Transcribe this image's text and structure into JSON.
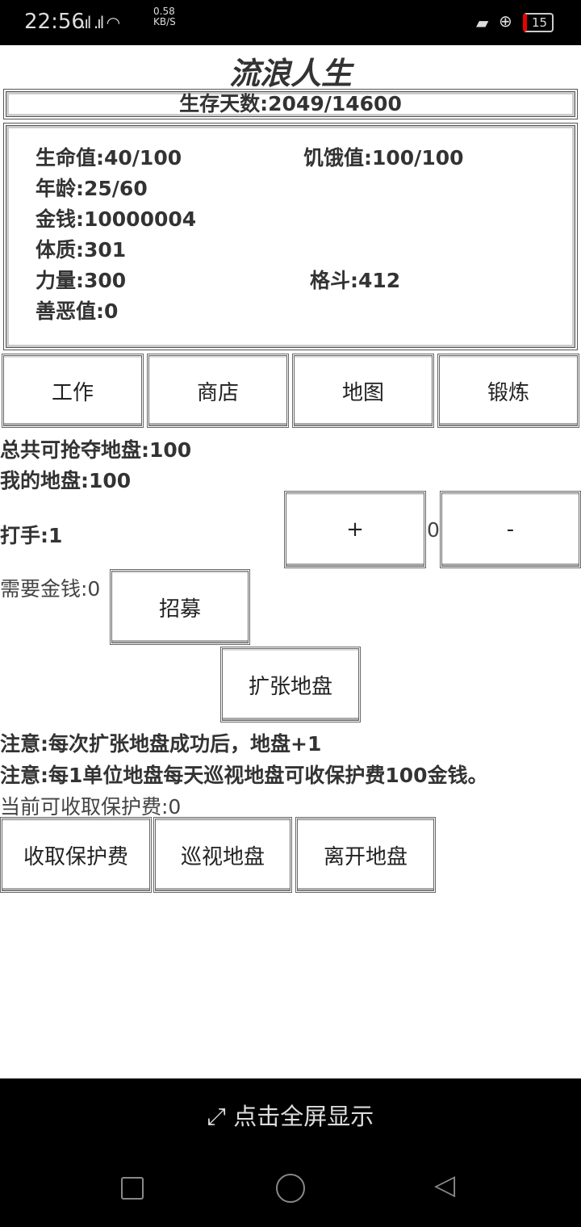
{
  "status": {
    "time": "22:56",
    "speed": "0.58",
    "speed_unit": "KB/S",
    "battery": "15"
  },
  "title": "流浪人生",
  "days": "生存天数:2049/14600",
  "stats": {
    "hp": "生命值:40/100",
    "hunger": "饥饿值:100/100",
    "age": "年龄:25/60",
    "money": "金钱:10000004",
    "constitution": "体质:301",
    "strength": "力量:300",
    "fight": "格斗:412",
    "karma": "善恶值:0"
  },
  "tabs": [
    "工作",
    "商店",
    "地图",
    "锻炼"
  ],
  "territory": {
    "total": "总共可抢夺地盘:100",
    "mine": "我的地盘:100",
    "thugs": "打手:1",
    "plus": "+",
    "count": "0",
    "minus": "-",
    "cost": "需要金钱:0",
    "recruit": "招募",
    "expand": "扩张地盘",
    "note1": "注意:每次扩张地盘成功后，地盘+1",
    "note2": "注意:每1单位地盘每天巡视地盘可收保护费100金钱。",
    "fee": "当前可收取保护费:0"
  },
  "actions": [
    "收取保护费",
    "巡视地盘",
    "离开地盘"
  ],
  "fullscreen": "点击全屏显示"
}
